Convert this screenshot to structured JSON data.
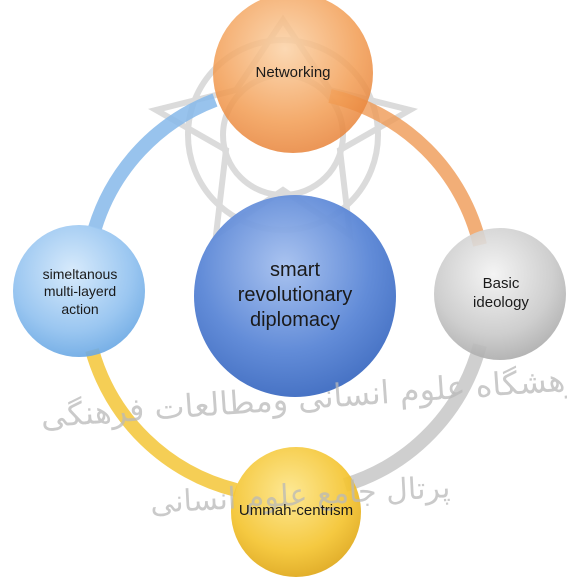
{
  "diagram": {
    "center_label": "smart revolutionary diplomacy",
    "nodes": {
      "top": "Networking",
      "right": "Basic ideology",
      "bottom": "Ummah-centrism",
      "left": "simeltanous multi-layerd action"
    },
    "colors": {
      "top": "#f2a25c",
      "right": "#c8c8c8",
      "bottom": "#f4c430",
      "left": "#8fc0ef",
      "center": "#5a86d6"
    }
  },
  "watermark": {
    "line1": "ژوهشگاه علوم انسانی ومطالعات فرهنگی",
    "line2": "پرتال جامع علوم انسانی"
  }
}
